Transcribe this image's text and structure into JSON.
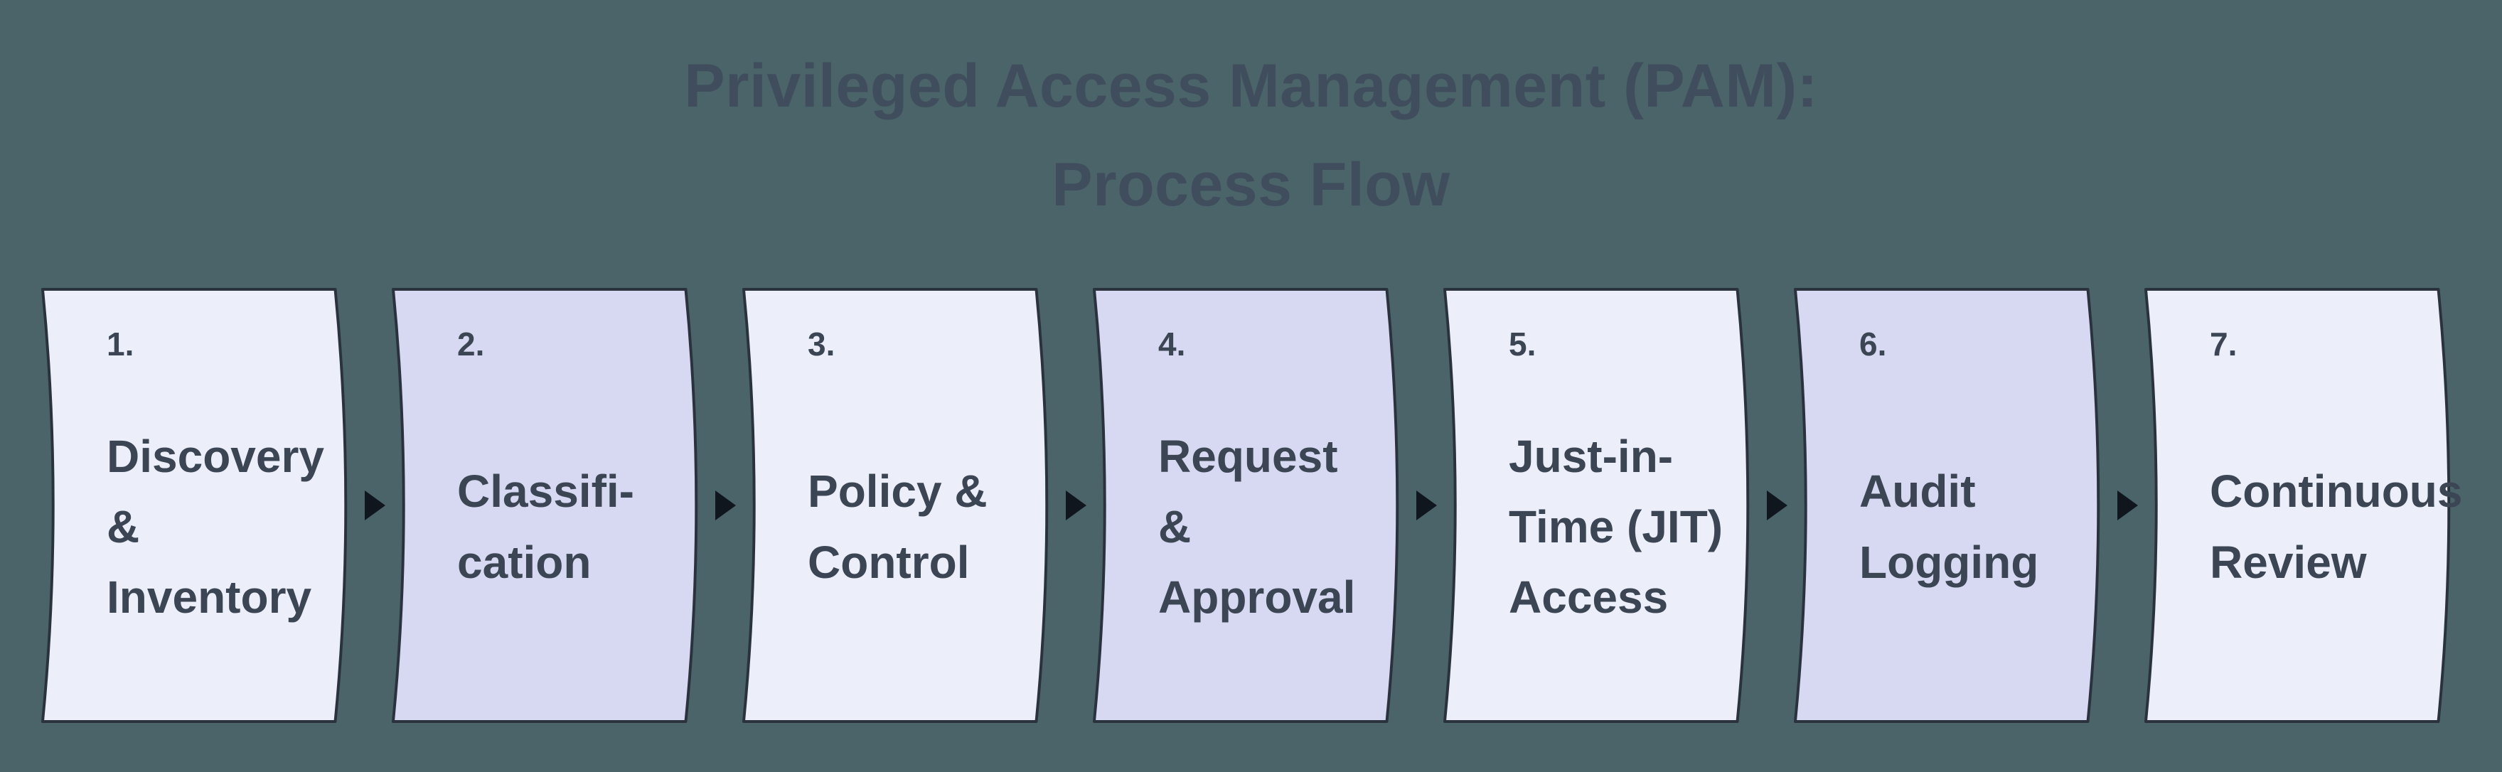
{
  "title": {
    "line1": "Privileged Access Management (PAM):",
    "line2": "Process Flow"
  },
  "colors": {
    "background": "#4a646a",
    "title_text": "#3f4d5d",
    "card_light": "#eceef9",
    "card_purple": "#d7d8f2",
    "card_border": "#2a333d",
    "card_text": "#3b4553",
    "arrow": "#10161d"
  },
  "flow": {
    "steps": [
      {
        "number": "1.",
        "label": "Discovery\n& Inventory",
        "variant": "light"
      },
      {
        "number": "2.",
        "label": "Classifi-\ncation",
        "variant": "purple"
      },
      {
        "number": "3.",
        "label": "Policy &\nControl",
        "variant": "light"
      },
      {
        "number": "4.",
        "label": "Request\n& Approval",
        "variant": "purple"
      },
      {
        "number": "5.",
        "label": "Just-in-\nTime (JIT)\nAccess",
        "variant": "light"
      },
      {
        "number": "6.",
        "label": "Audit\nLogging",
        "variant": "purple"
      },
      {
        "number": "7.",
        "label": "Continuous\nReview",
        "variant": "light"
      }
    ]
  }
}
